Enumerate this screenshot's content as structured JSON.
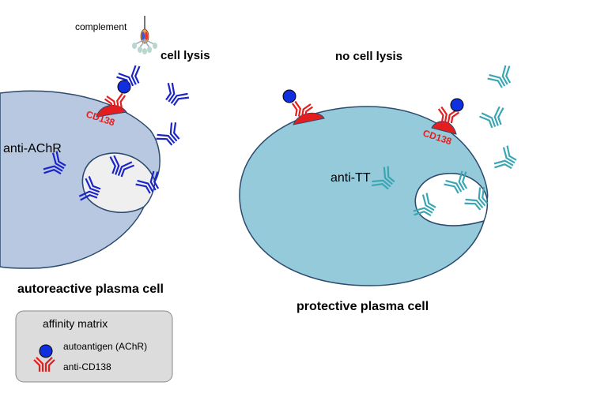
{
  "labels": {
    "complement": "complement",
    "cell_lysis": "cell lysis",
    "no_cell_lysis": "no cell lysis",
    "left_cd138": "CD138",
    "right_cd138": "CD138",
    "anti_achr": "anti-AChR",
    "anti_tt": "anti-TT",
    "autoreactive_cell": "autoreactive plasma cell",
    "protective_cell": "protective plasma cell"
  },
  "legend": {
    "title": "affinity matrix",
    "autoantigen": "autoantigen (AChR)",
    "anti_cd138": "anti-CD138"
  },
  "colors": {
    "autoreactive_cell_fill": "#b8c8e0",
    "protective_cell_fill": "#95cadb",
    "cell_outline": "#2b4a6e",
    "autoantibody": "#1a24c8",
    "protective_antibody": "#3aa6b3",
    "cd138_red": "#e41e1e",
    "antigen_blue": "#1030e0",
    "legend_bg": "#dcdcdc"
  }
}
